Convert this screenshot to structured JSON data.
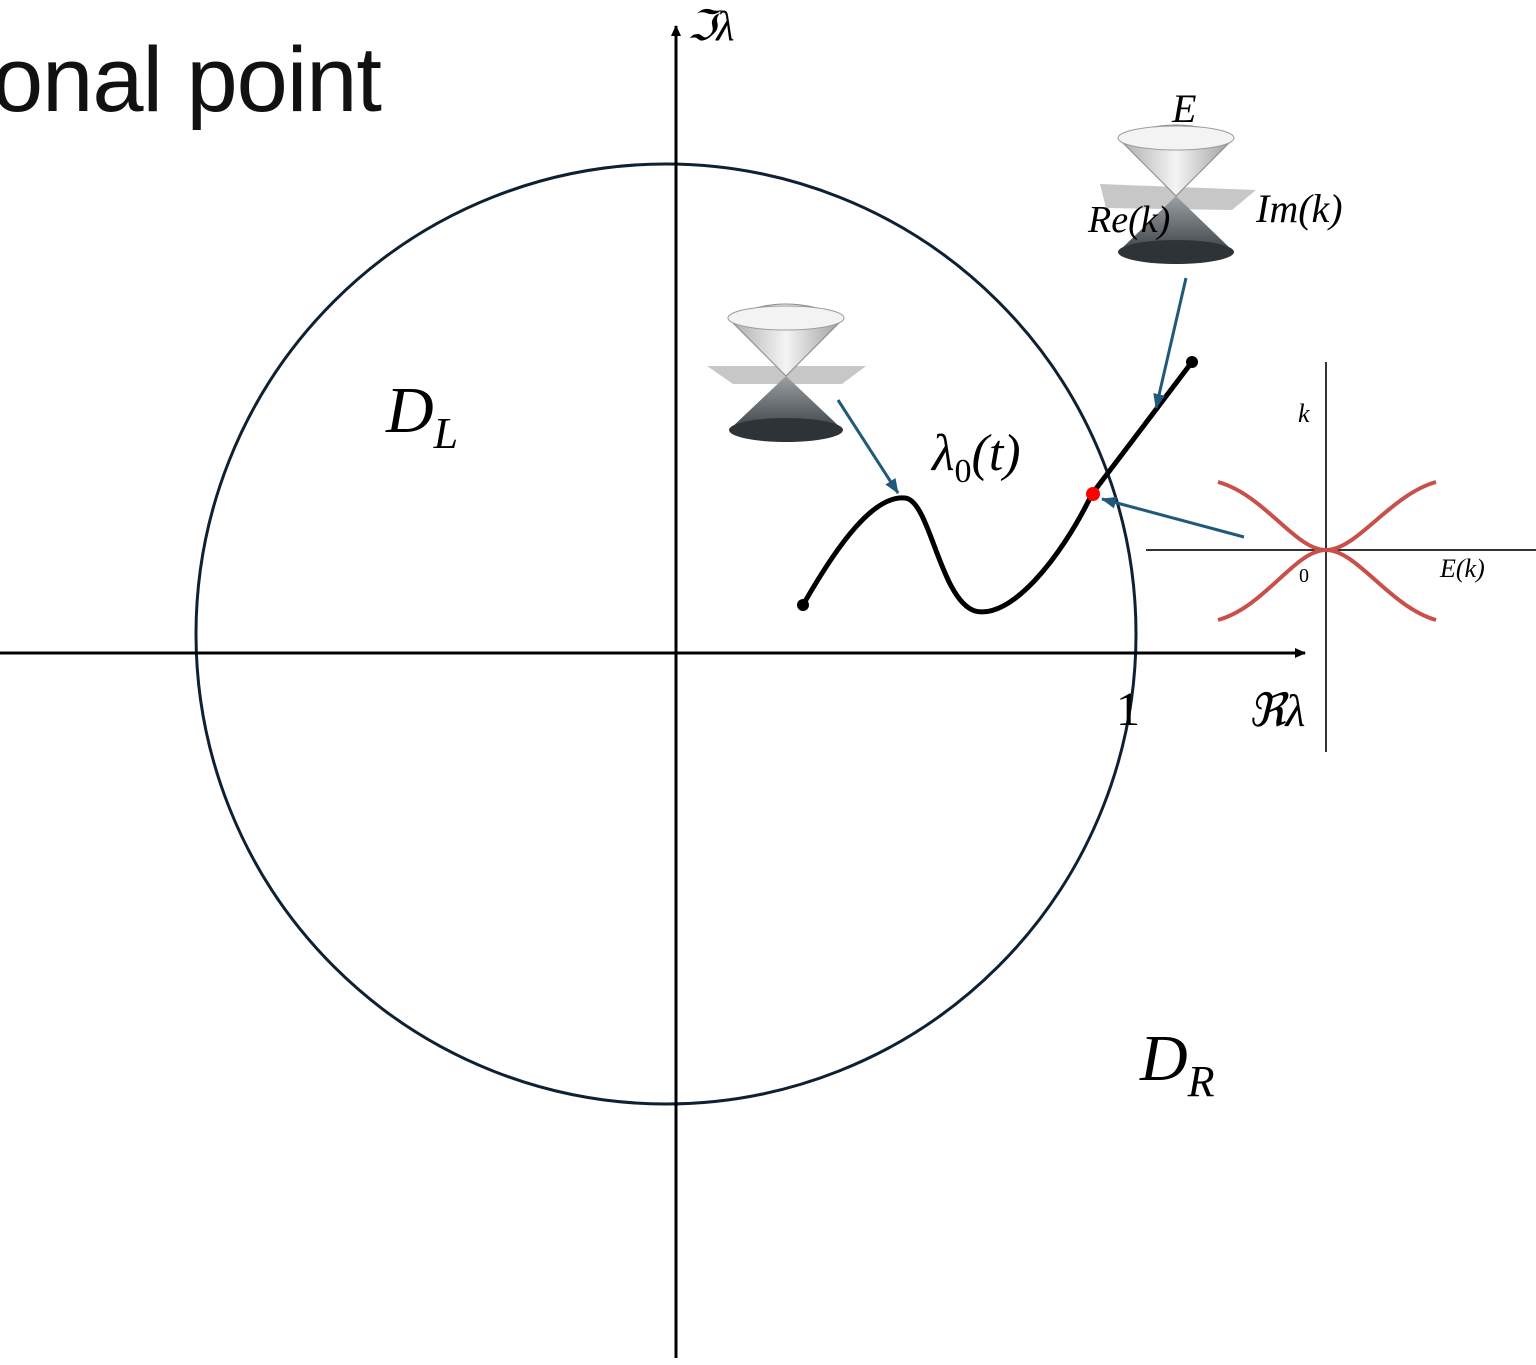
{
  "title": "onal point",
  "axes": {
    "imag_label": "ℑλ",
    "real_label": "ℜλ",
    "unit_tick": "1"
  },
  "regions": {
    "left": {
      "letter": "D",
      "sub": "L"
    },
    "right": {
      "letter": "D",
      "sub": "R"
    }
  },
  "curve_label": {
    "lambda": "λ",
    "sub": "0",
    "arg": "(t)"
  },
  "cone_labels": {
    "energy": "E",
    "re": "Re(k)",
    "im": "Im(k)"
  },
  "inset": {
    "k_label": "k",
    "e_label": "E(k)",
    "zero": "0"
  },
  "colors": {
    "circle": "#0d2133",
    "axis": "#000000",
    "curve": "#000000",
    "arrow": "#1f5a7a",
    "exceptional_point": "#ff0000",
    "inset_curve": "#c9504a"
  }
}
